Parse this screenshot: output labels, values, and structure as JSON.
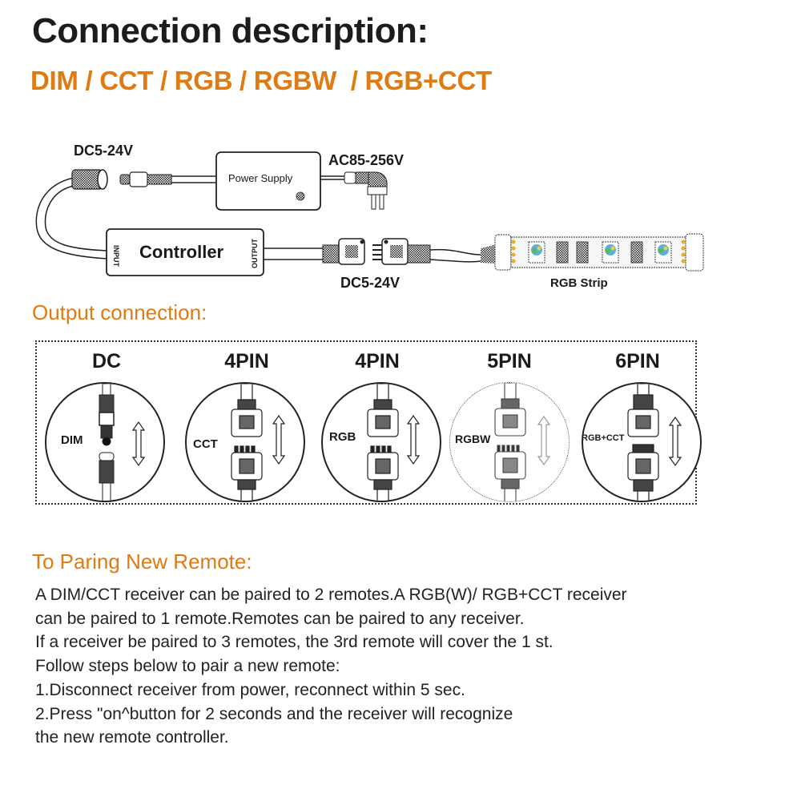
{
  "header": {
    "title": "Connection description:",
    "subtitle": "DIM / CCT / RGB / RGBW  / RGB+CCT"
  },
  "colors": {
    "accent": "#E07A12",
    "text": "#1a1a1a"
  },
  "wiring_diagram": {
    "dc_input_label": "DC5-24V",
    "power_supply_label": "Power Supply",
    "ac_label": "AC85-256V",
    "controller_label": "Controller",
    "controller_input_label": "INPUT",
    "controller_output_label": "OUTPUT",
    "dc_output_label": "DC5-24V",
    "strip_label": "RGB Strip"
  },
  "output_connection": {
    "heading": "Output connection:",
    "items": [
      {
        "pin": "DC",
        "type": "DIM",
        "icon": "dc-barrel-connector"
      },
      {
        "pin": "4PIN",
        "type": "CCT",
        "icon": "4pin-connector"
      },
      {
        "pin": "4PIN",
        "type": "RGB",
        "icon": "4pin-connector"
      },
      {
        "pin": "5PIN",
        "type": "RGBW",
        "icon": "5pin-connector"
      },
      {
        "pin": "6PIN",
        "type": "RGB+CCT",
        "icon": "6pin-connector"
      }
    ]
  },
  "pairing": {
    "heading": "To Paring New Remote:",
    "lines": [
      "A DIM/CCT receiver can be paired to 2 remotes.A RGB(W)/ RGB+CCT receiver",
      "can be paired to 1 remote.Remotes can be paired to any receiver.",
      "If a receiver be paired to 3 remotes, the 3rd remote will cover the 1 st.",
      "Follow steps below to pair a new remote:",
      "1.Disconnect receiver from power, reconnect within 5 sec.",
      "2.Press \"on^button for 2 seconds and the receiver will recognize",
      "the new remote controller."
    ]
  }
}
